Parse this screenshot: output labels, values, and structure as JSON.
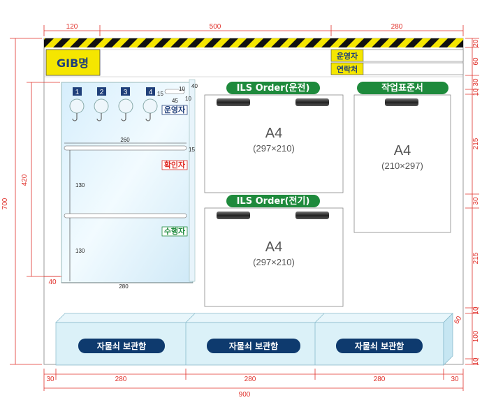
{
  "title": "GIB명",
  "header": {
    "operator_label": "운영자",
    "contact_label": "연락처"
  },
  "top_dims": [
    "120",
    "500",
    "280"
  ],
  "bottom_dims": [
    "30",
    "280",
    "280",
    "280",
    "30"
  ],
  "total_width": "900",
  "left_dims": {
    "total": "700",
    "inner": "420",
    "offset": "40"
  },
  "right_dims": [
    "20",
    "60",
    "30",
    "10",
    "215",
    "30",
    "215",
    "10",
    "100",
    "10"
  ],
  "box_depth": "60",
  "left_panel": {
    "numbers": [
      "1",
      "2",
      "3",
      "4"
    ],
    "small_dims": [
      "10",
      "40",
      "15",
      "45",
      "10"
    ],
    "width_label": "260",
    "side_dim": "15",
    "gap_1": "130",
    "gap_2": "130",
    "bottom_width": "280",
    "labels": {
      "operator": "운영자",
      "checker": "확인자",
      "performer": "수행자"
    }
  },
  "panels": [
    {
      "title": "ILS Order(운전)",
      "size": "A4",
      "dims": "(297×210)"
    },
    {
      "title": "ILS Order(전기)",
      "size": "A4",
      "dims": "(297×210)"
    },
    {
      "title": "작업표준서",
      "size": "A4",
      "dims": "(210×297)"
    }
  ],
  "storage": [
    "자물쇠 보관함",
    "자물쇠 보관함",
    "자물쇠 보관함"
  ],
  "colors": {
    "accent_green": "#1e8a3c",
    "navy": "#1f3f7a",
    "red_dim": "#e0302a",
    "yellow": "#f5e600"
  }
}
